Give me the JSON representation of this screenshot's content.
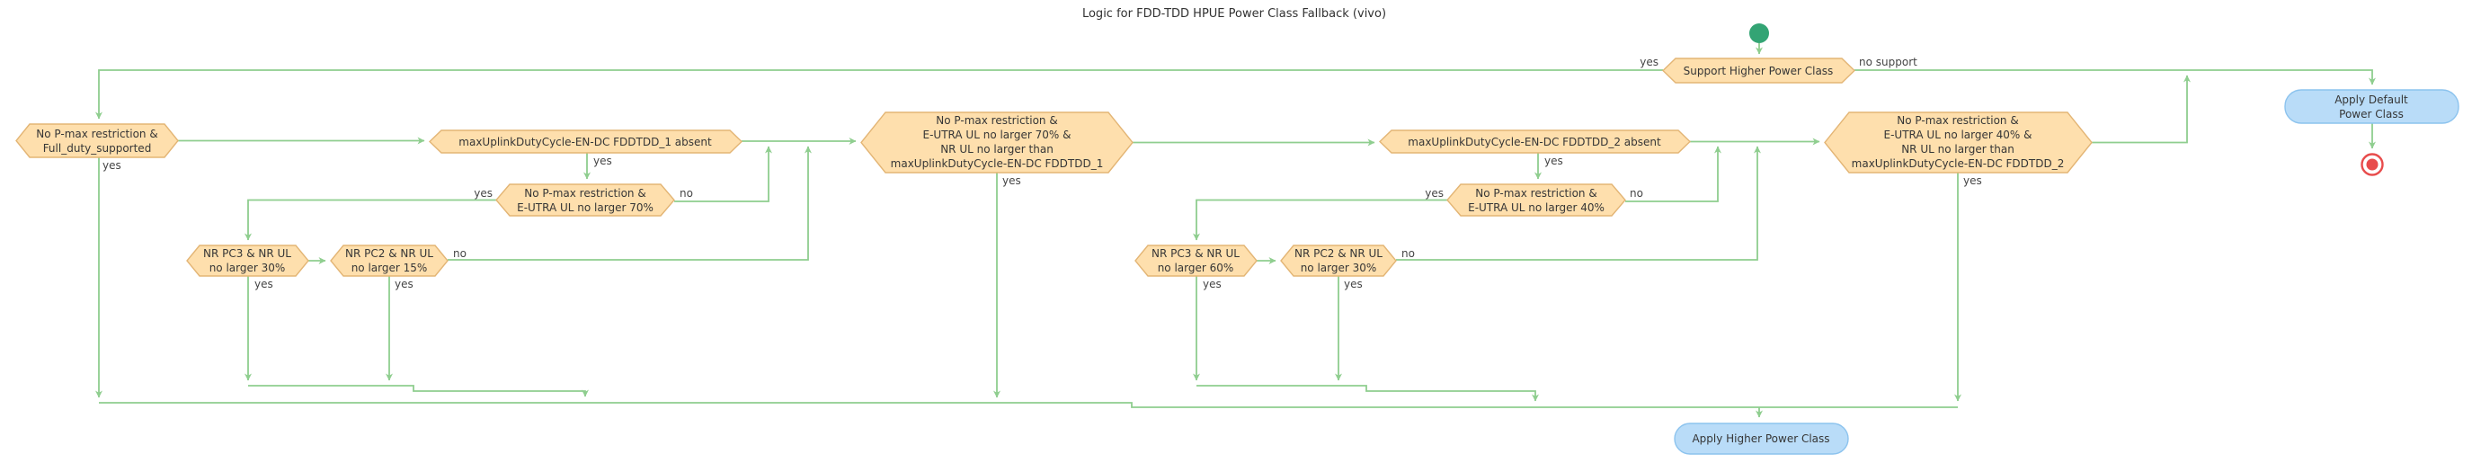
{
  "title": "Logic for FDD-TDD HPUE Power Class Fallback (vivo)",
  "labels": {
    "yes": "yes",
    "no": "no",
    "no_support": "no support"
  },
  "nodes": {
    "support": "Support Higher Power Class",
    "full_duty": "No P-max restriction &\nFull_duty_supported",
    "fddtdd1_absent": "maxUplinkDutyCycle-EN-DC FDDTDD_1 absent",
    "eutra70": "No P-max restriction &\nE-UTRA UL no larger 70%",
    "pc3_30": "NR PC3 & NR UL\nno larger 30%",
    "pc2_15": "NR PC2 & NR UL\nno larger 15%",
    "bighex1": "No P-max restriction &\nE-UTRA UL no larger 70% &\nNR UL no larger than\nmaxUplinkDutyCycle-EN-DC FDDTDD_1",
    "fddtdd2_absent": "maxUplinkDutyCycle-EN-DC FDDTDD_2 absent",
    "eutra40": "No P-max restriction &\nE-UTRA UL no larger 40%",
    "pc3_60": "NR PC3 & NR UL\nno larger 60%",
    "pc2_30": "NR PC2 & NR UL\nno larger 30%",
    "bighex2": "No P-max restriction &\nE-UTRA UL no larger 40% &\nNR UL no larger than\nmaxUplinkDutyCycle-EN-DC FDDTDD_2",
    "apply_default": "Apply Default Power Class",
    "apply_higher": "Apply Higher Power Class"
  },
  "colors": {
    "decision_fill": "#FEDFAD",
    "decision_border": "#E3B575",
    "action_fill": "#B9DCF8",
    "action_border": "#8CC3EE",
    "edge": "#8FCE8F",
    "start_node": "#33A474",
    "stop_node": "#E84C4C",
    "text": "#363636"
  }
}
